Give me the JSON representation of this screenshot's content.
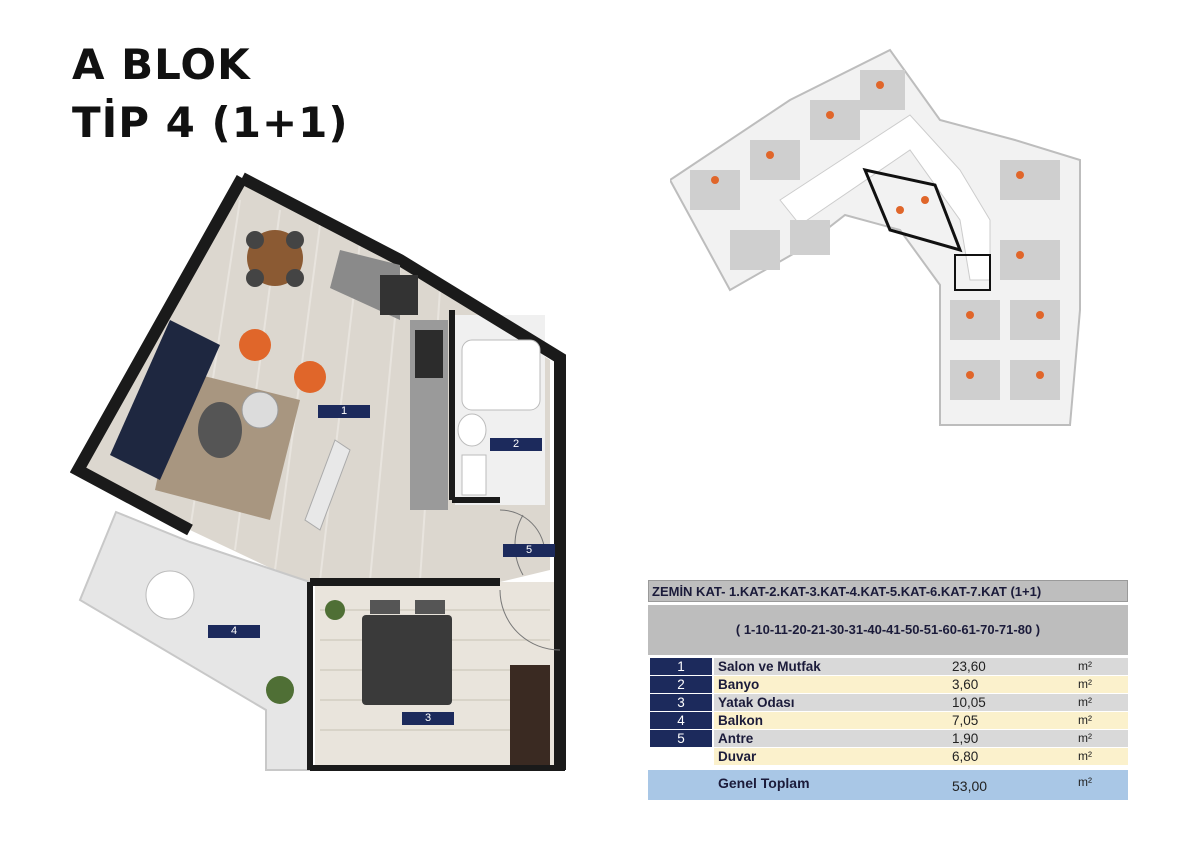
{
  "header": {
    "line1": "A BLOK",
    "line2": "TİP 4 (1+1)"
  },
  "plan_labels": {
    "r1": "1",
    "r2": "2",
    "r3": "3",
    "r4": "4",
    "r5": "5"
  },
  "table": {
    "floors": "ZEMİN KAT- 1.KAT-2.KAT-3.KAT-4.KAT-5.KAT-6.KAT-7.KAT (1+1)",
    "units": "( 1-10-11-20-21-30-31-40-41-50-51-60-61-70-71-80 )",
    "rows": [
      {
        "num": "1",
        "name": "Salon ve Mutfak",
        "area": "23,60",
        "unit": "m²",
        "band": "#d9d9d9"
      },
      {
        "num": "2",
        "name": "Banyo",
        "area": "3,60",
        "unit": "m²",
        "band": "#fbf1cc"
      },
      {
        "num": "3",
        "name": "Yatak Odası",
        "area": "10,05",
        "unit": "m²",
        "band": "#d9d9d9"
      },
      {
        "num": "4",
        "name": "Balkon",
        "area": "7,05",
        "unit": "m²",
        "band": "#fbf1cc"
      },
      {
        "num": "5",
        "name": "Antre",
        "area": "1,90",
        "unit": "m²",
        "band": "#d9d9d9"
      },
      {
        "num": "",
        "name": "Duvar",
        "area": "6,80",
        "unit": "m²",
        "band": "#fbf1cc"
      }
    ],
    "total": {
      "name": "Genel Toplam",
      "area": "53,00",
      "unit": "m²"
    }
  },
  "colors": {
    "label_bg": "#1c2a5c",
    "total_bg": "#a9c7e6",
    "wall": "#1a1a1a",
    "floor": "#dcd7cf"
  }
}
